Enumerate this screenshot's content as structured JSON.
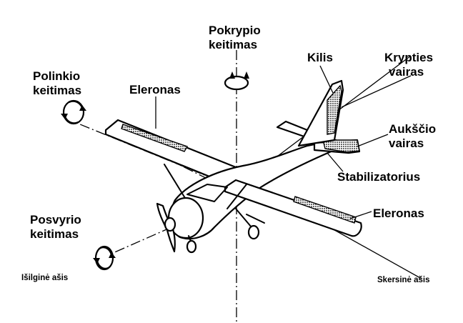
{
  "labels": {
    "pitch_line1": "Polinkio",
    "pitch_line2": "keitimas",
    "yaw_line1": "Pokrypio",
    "yaw_line2": "keitimas",
    "roll_line1": "Posvyrio",
    "roll_line2": "keitimas",
    "fin": "Kilis",
    "rudder_line1": "Krypties",
    "rudder_line2": "vairas",
    "elevator_line1": "Aukščio",
    "elevator_line2": "vairas",
    "stabilizer": "Stabilizatorius",
    "aileron_left": "Eleronas",
    "aileron_right": "Eleronas",
    "longitudinal_axis": "Išilginė ašis",
    "lateral_axis": "Skersinė ašis"
  },
  "icons": {
    "rotation": "circular-rotation-arrow-icon",
    "aircraft": "airplane-illustration"
  },
  "colors": {
    "ink": "#000000",
    "background": "#ffffff"
  }
}
